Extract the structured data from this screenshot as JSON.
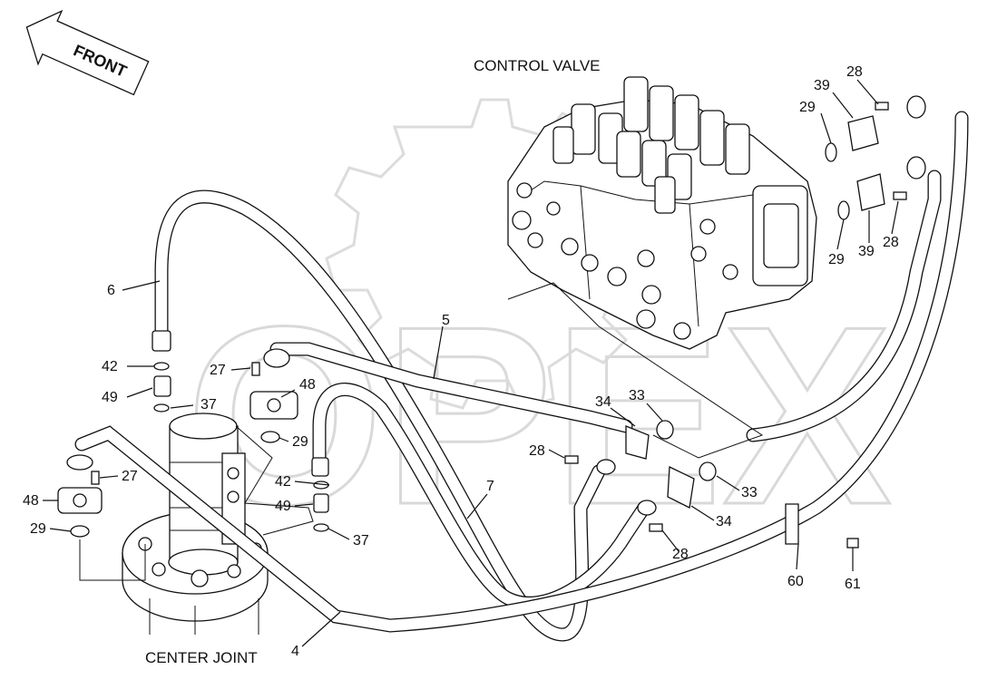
{
  "diagram": {
    "title_control_valve": "CONTROL VALVE",
    "title_center_joint": "CENTER JOINT",
    "front_label": "FRONT",
    "watermark": "OPEX",
    "callouts": {
      "c4": "4",
      "c5": "5",
      "c6": "6",
      "c7": "7",
      "c27a": "27",
      "c27b": "27",
      "c28a": "28",
      "c28b": "28",
      "c28c": "28",
      "c28d": "28",
      "c29a": "29",
      "c29b": "29",
      "c29c": "29",
      "c29d": "29",
      "c33a": "33",
      "c33b": "33",
      "c34a": "34",
      "c34b": "34",
      "c37a": "37",
      "c37b": "37",
      "c39a": "39",
      "c39b": "39",
      "c42a": "42",
      "c42b": "42",
      "c48a": "48",
      "c48b": "48",
      "c49a": "49",
      "c49b": "49",
      "c60": "60",
      "c61": "61"
    }
  }
}
